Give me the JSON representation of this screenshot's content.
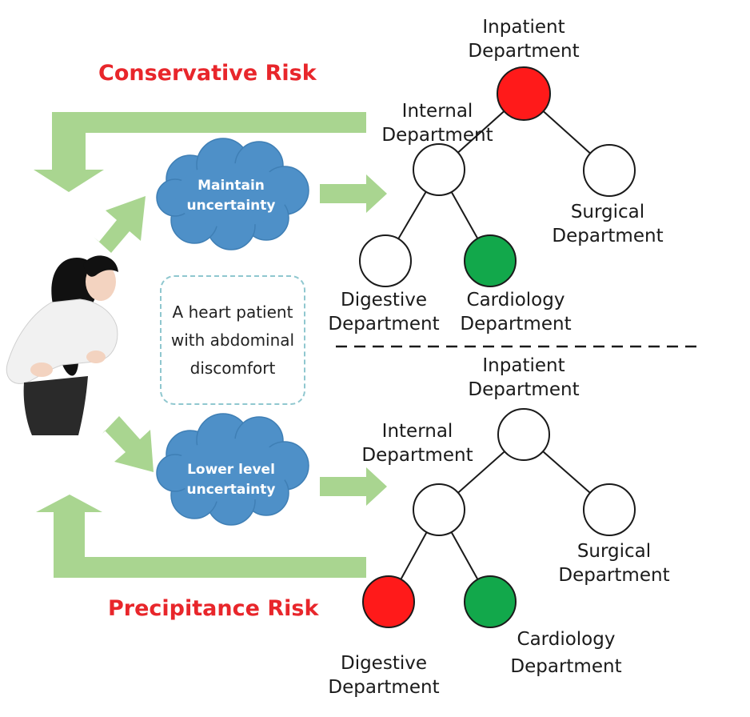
{
  "risks": {
    "top": "Conservative Risk",
    "bottom": "Precipitance Risk"
  },
  "clouds": {
    "top": {
      "line1": "Maintain",
      "line2": "uncertainty"
    },
    "bottom": {
      "line1": "Lower level",
      "line2": "uncertainty"
    }
  },
  "note": {
    "line1": "A heart patient",
    "line2": "with abdominal",
    "line3": "discomfort"
  },
  "tree_top": {
    "inpatient": {
      "line1": "Inpatient",
      "line2": "Department"
    },
    "internal": {
      "line1": "Internal",
      "line2": "Department"
    },
    "surgical": {
      "line1": "Surgical",
      "line2": "Department"
    },
    "digestive": {
      "line1": "Digestive",
      "line2": "Department"
    },
    "cardiology": {
      "line1": "Cardiology",
      "line2": "Department"
    }
  },
  "tree_bottom": {
    "inpatient": {
      "line1": "Inpatient",
      "line2": "Department"
    },
    "internal": {
      "line1": "Internal",
      "line2": "Department"
    },
    "surgical": {
      "line1": "Surgical",
      "line2": "Department"
    },
    "digestive": {
      "line1": "Digestive",
      "line2": "Department"
    },
    "cardiology": {
      "line1": "Cardiology",
      "line2": "Department"
    }
  },
  "colors": {
    "arrow": "#a9d590",
    "cloud": "#4e90c8",
    "risk_text": "#e8262b",
    "node_red": "#ff1a1a",
    "node_green": "#12a84b",
    "node_empty": "#ffffff"
  }
}
